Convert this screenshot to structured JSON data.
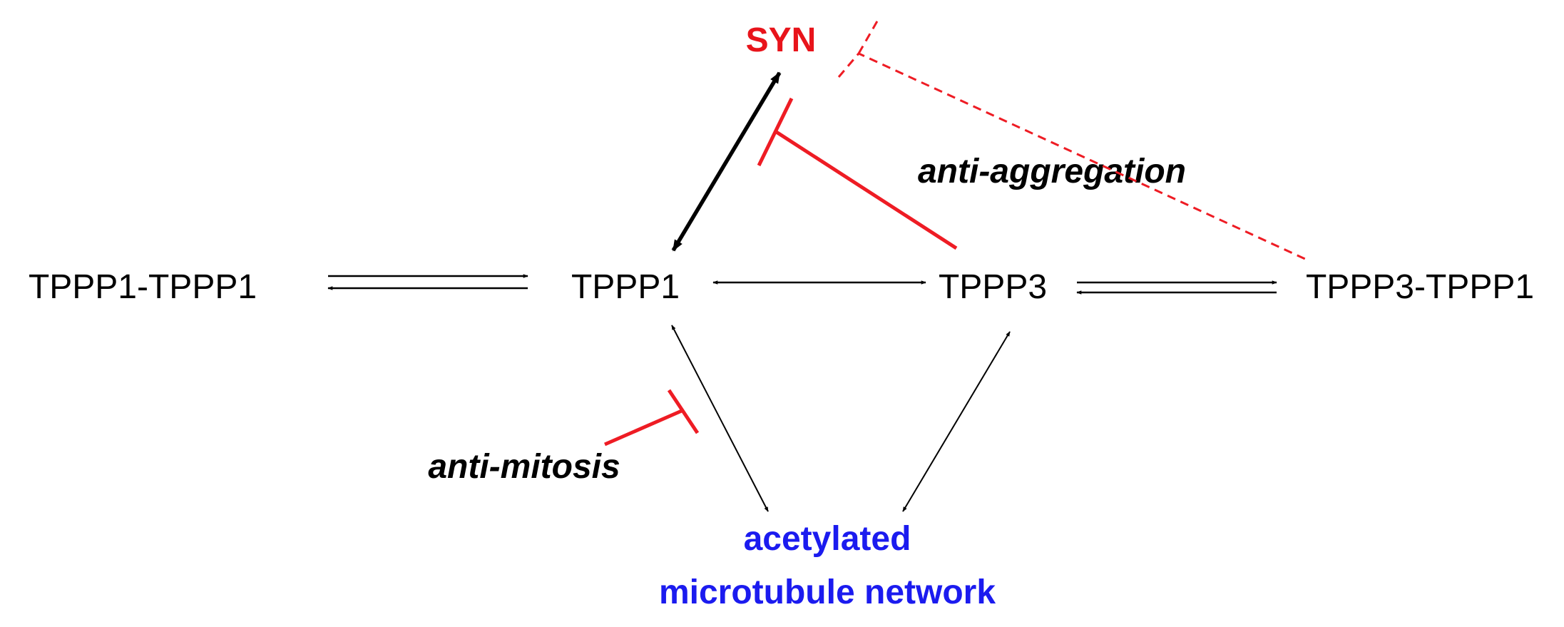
{
  "nodes": {
    "syn": "SYN",
    "tppp1_dimer": "TPPP1-TPPP1",
    "tppp1": "TPPP1",
    "tppp3": "TPPP3",
    "tppp3_tppp1": "TPPP3-TPPP1",
    "microtubule_line1": "acetylated",
    "microtubule_line2": "microtubule network"
  },
  "labels": {
    "anti_aggregation": "anti-aggregation",
    "anti_mitosis": "anti-mitosis"
  },
  "colors": {
    "syn": "#e8141b",
    "inhibition": "#ee1c24",
    "microtubule": "#1b1bef",
    "text": "#000000"
  }
}
